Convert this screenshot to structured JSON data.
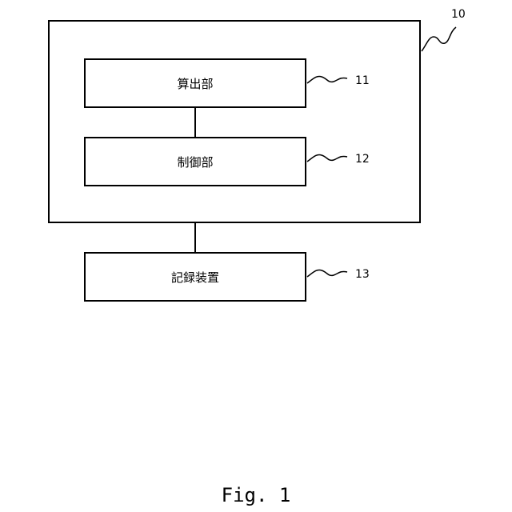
{
  "diagram": {
    "outer": {
      "ref": "10"
    },
    "calc_unit": {
      "label": "算出部",
      "ref": "11"
    },
    "control_unit": {
      "label": "制御部",
      "ref": "12"
    },
    "recording_device": {
      "label": "記録装置",
      "ref": "13"
    }
  },
  "figure": {
    "caption": "Fig. 1"
  }
}
